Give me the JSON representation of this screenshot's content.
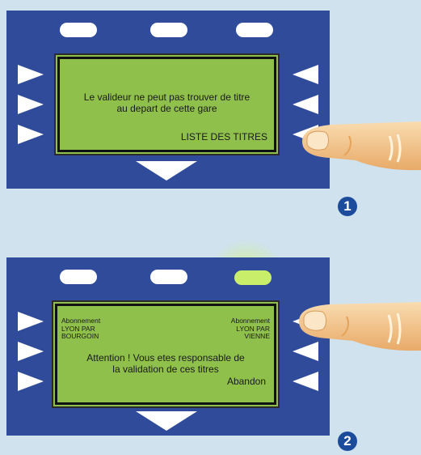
{
  "step1": {
    "screen_line1": "Le valideur ne peut pas trouver de titre",
    "screen_line2": "au depart de cette gare",
    "list_label": "LISTE DES TITRES",
    "number": "1"
  },
  "step2": {
    "left_option_line1": "Abonnement",
    "left_option_line2": "LYON PAR",
    "left_option_line3": "BOURGOIN",
    "right_option_line1": "Abonnement",
    "right_option_line2": "LYON PAR",
    "right_option_line3": "VIENNE",
    "warning_line1": "Attention ! Vous etes responsable de",
    "warning_line2": "la validation de ces titres",
    "abandon_label": "Abandon",
    "number": "2"
  },
  "colors": {
    "panel": "#2f4b9a",
    "screen": "#8fc04b",
    "highlighted_key": "#c8ee6a",
    "background": "#cfe2ee",
    "step_badge": "#1d4b9c"
  }
}
